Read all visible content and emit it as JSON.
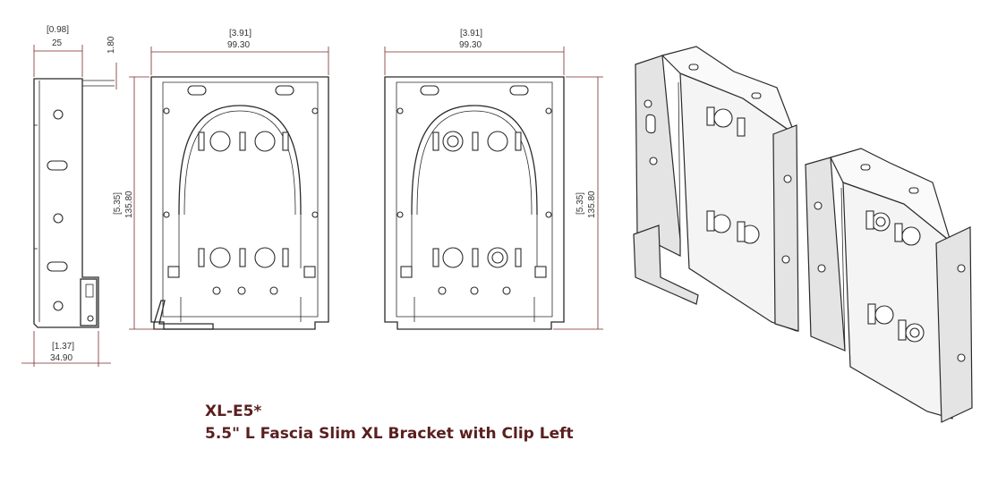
{
  "product": {
    "code": "XL-E5*",
    "description": "5.5\" L Fascia Slim XL Bracket with Clip Left"
  },
  "dimensions": {
    "side_width_in": "[0.98]",
    "side_width_mm": "25",
    "side_lip_mm": "1.80",
    "front_width_in": "[3.91]",
    "front_width_mm": "99.30",
    "back_width_in": "[3.91]",
    "back_width_mm": "99.30",
    "front_height_in": "[5.35]",
    "front_height_mm": "135.80",
    "back_height_in": "[5.35]",
    "back_height_mm": "135.80",
    "base_depth_in": "[1.37]",
    "base_depth_mm": "34.90"
  },
  "colors": {
    "title": "#5a1f1f",
    "dimension_line": "#7a2a2a",
    "outline": "#2a2a2a"
  }
}
